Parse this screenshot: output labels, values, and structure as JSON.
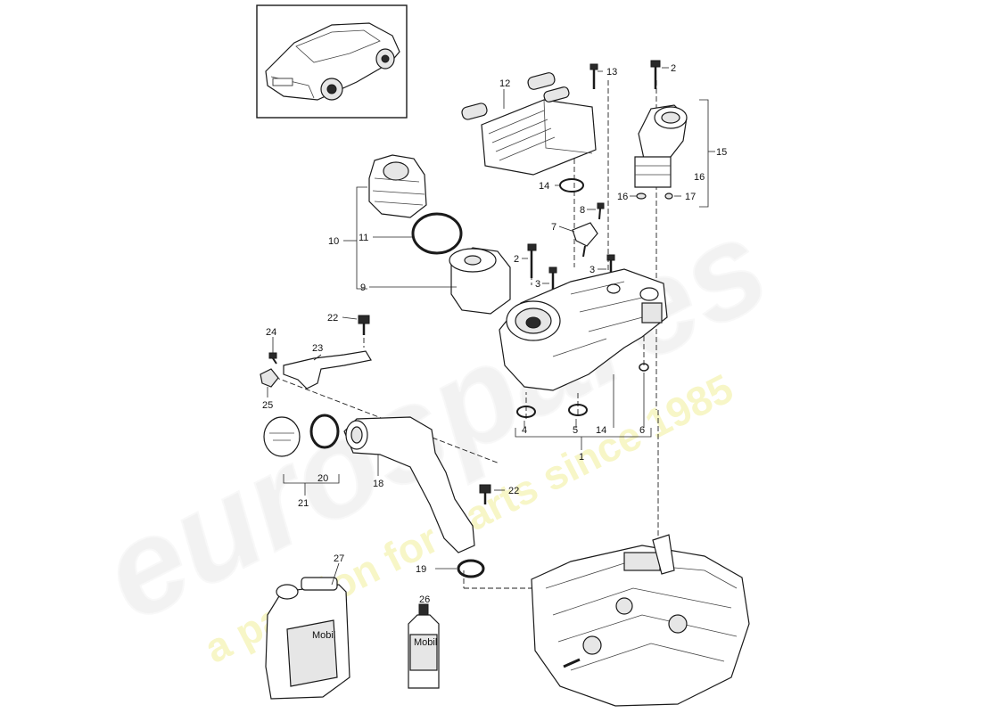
{
  "watermark": {
    "brand": "eurospares",
    "tagline": "a passion for parts since 1985"
  },
  "callouts": [
    {
      "id": "c12",
      "text": "12"
    },
    {
      "id": "c13",
      "text": "13"
    },
    {
      "id": "c2a",
      "text": "2"
    },
    {
      "id": "c15",
      "text": "15"
    },
    {
      "id": "c16r",
      "text": "16"
    },
    {
      "id": "c16",
      "text": "16"
    },
    {
      "id": "c17",
      "text": "17"
    },
    {
      "id": "c14a",
      "text": "14"
    },
    {
      "id": "c8",
      "text": "8"
    },
    {
      "id": "c7",
      "text": "7"
    },
    {
      "id": "c10",
      "text": "10"
    },
    {
      "id": "c11",
      "text": "11"
    },
    {
      "id": "c9",
      "text": "9"
    },
    {
      "id": "c2b",
      "text": "2"
    },
    {
      "id": "c3a",
      "text": "3"
    },
    {
      "id": "c3b",
      "text": "3"
    },
    {
      "id": "c22a",
      "text": "22"
    },
    {
      "id": "c24",
      "text": "24"
    },
    {
      "id": "c23",
      "text": "23"
    },
    {
      "id": "c25",
      "text": "25"
    },
    {
      "id": "c4",
      "text": "4"
    },
    {
      "id": "c5",
      "text": "5"
    },
    {
      "id": "c14b",
      "text": "14"
    },
    {
      "id": "c6",
      "text": "6"
    },
    {
      "id": "c1",
      "text": "1"
    },
    {
      "id": "c18",
      "text": "18"
    },
    {
      "id": "c20",
      "text": "20"
    },
    {
      "id": "c21",
      "text": "21"
    },
    {
      "id": "c22b",
      "text": "22"
    },
    {
      "id": "c19",
      "text": "19"
    },
    {
      "id": "c27",
      "text": "27"
    },
    {
      "id": "c26",
      "text": "26"
    }
  ],
  "labels": {
    "canister_brand": "Mobil",
    "bottle_brand": "Mobil"
  }
}
